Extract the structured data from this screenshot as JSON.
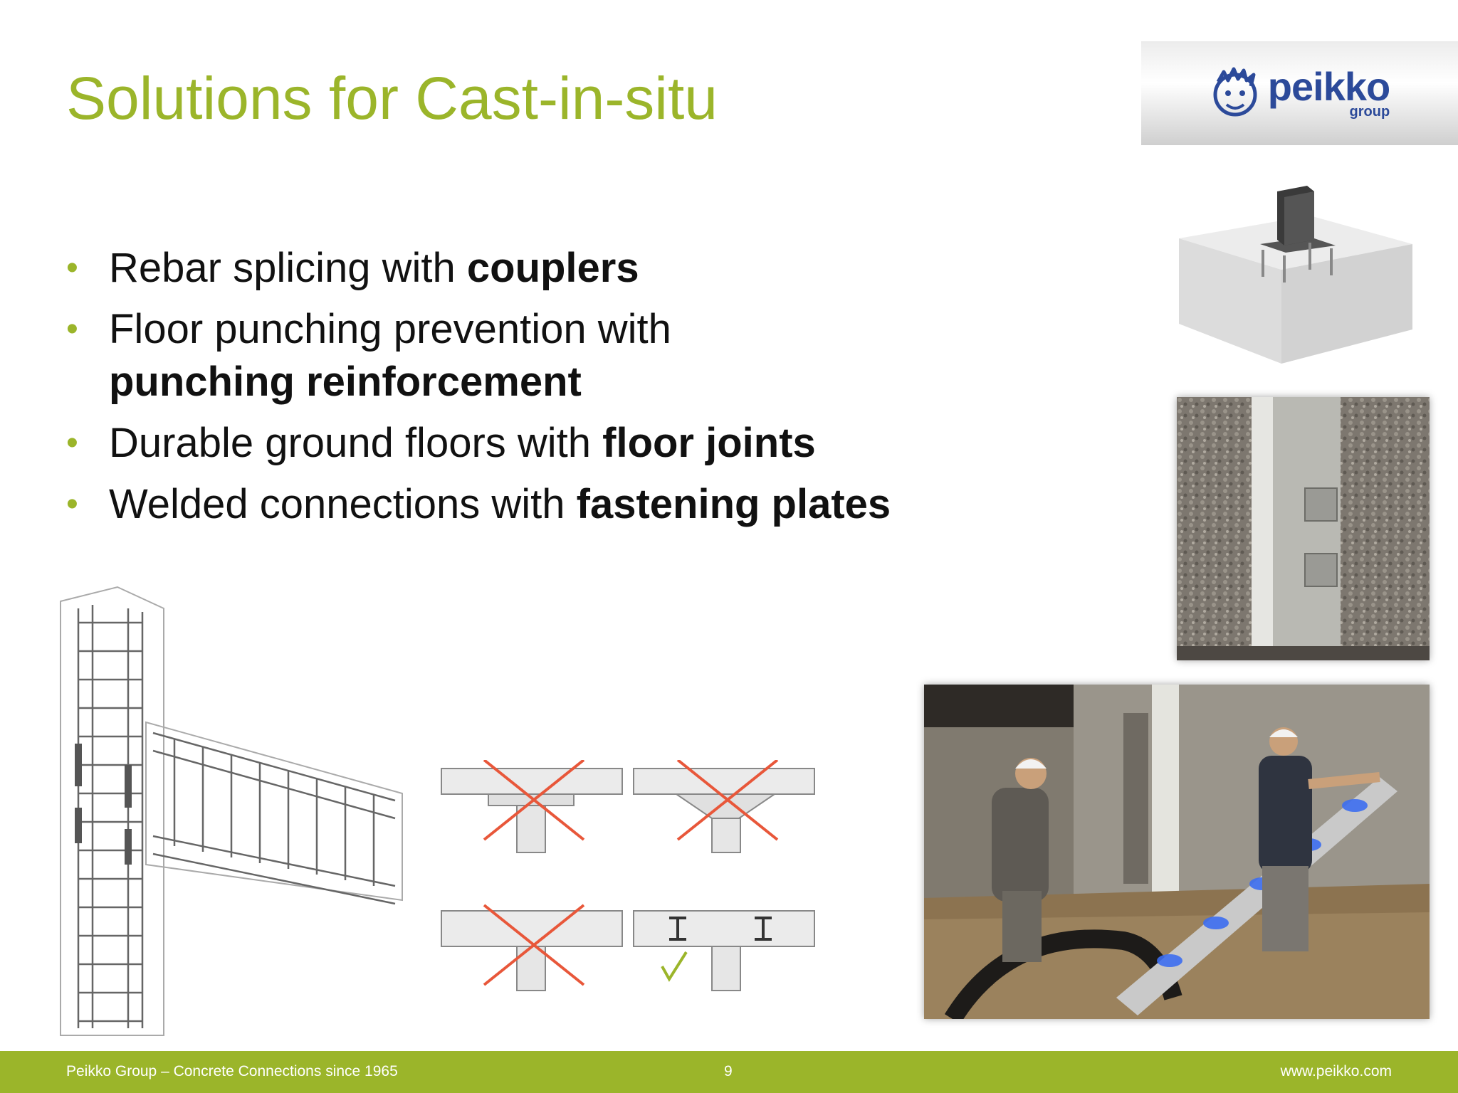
{
  "slide": {
    "title": "Solutions for Cast-in-situ",
    "bullets": [
      {
        "text": "Rebar splicing with ",
        "bold": "couplers"
      },
      {
        "text": "Floor punching prevention with",
        "bold": "punching reinforcement"
      },
      {
        "text": "Durable ground floors with ",
        "bold": "floor joints"
      },
      {
        "text": "Welded connections with ",
        "bold": "fastening plates"
      }
    ]
  },
  "logo": {
    "word": "peikko",
    "sub": "group"
  },
  "footer": {
    "left": "Peikko Group – Concrete Connections since 1965",
    "page": "9",
    "right": "www.peikko.com"
  },
  "colors": {
    "accent": "#9bb52a",
    "brand_blue": "#2c4a9a"
  },
  "images": [
    "column-shoe-render",
    "column-on-site-photo",
    "rebar-cage-drawing",
    "punching-reinforcement-diagrams",
    "floor-joint-workers-photo"
  ]
}
